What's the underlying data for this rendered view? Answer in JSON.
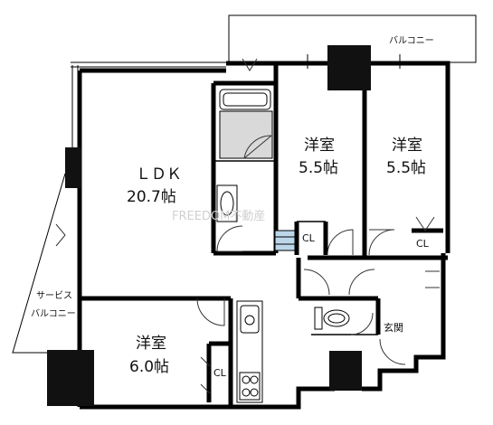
{
  "rooms": {
    "balcony": "バルコニー",
    "service_balcony_line1": "サービス",
    "service_balcony_line2": "バルコニー",
    "ldk_name": "ＬＤＫ",
    "ldk_size": "20.7帖",
    "western1_name": "洋室",
    "western1_size": "5.5帖",
    "western2_name": "洋室",
    "western2_size": "5.5帖",
    "western3_name": "洋室",
    "western3_size": "6.0帖",
    "closet_a": "CL",
    "closet_b": "CL",
    "closet_c": "CL",
    "entrance": "玄関"
  },
  "watermark": "FREEDOM不動産",
  "colors": {
    "wall": "#000000",
    "bath_floor": "#d9d9d9",
    "washer": "#bcd7ea"
  }
}
